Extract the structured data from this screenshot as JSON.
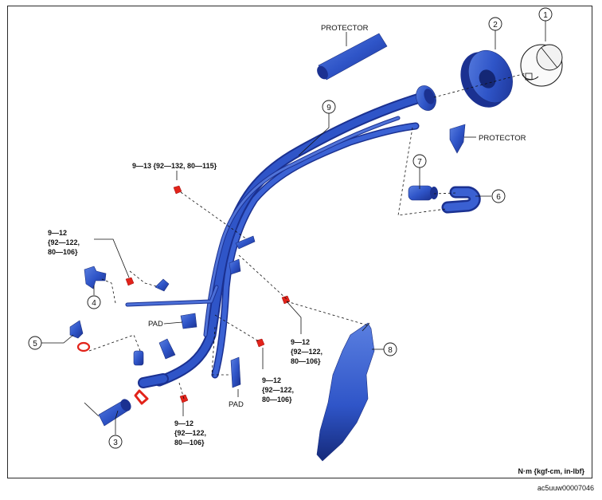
{
  "diagram": {
    "callouts": [
      "1",
      "2",
      "3",
      "4",
      "5",
      "6",
      "7",
      "8",
      "9"
    ],
    "labels": {
      "protector_top": "PROTECTOR",
      "protector_right": "PROTECTOR",
      "pad_left": "PAD",
      "pad_bottom": "PAD"
    },
    "torques": {
      "top": "9—13 {92—132, 80—115}",
      "left": [
        "9—12",
        "{92—122,",
        "80—106}"
      ],
      "mid_right": [
        "9—12",
        "{92—122,",
        "80—106}"
      ],
      "mid": [
        "9—12",
        "{92—122,",
        "80—106}"
      ],
      "bottom": [
        "9—12",
        "{92—122,",
        "80—106}"
      ]
    },
    "units": "N·m {kgf-cm, in-lbf}",
    "code": "ac5uuw00007046"
  },
  "colors": {
    "part_blue": "#2f55c8",
    "part_dark": "#1b3191",
    "bolt_red": "#e2231a"
  }
}
